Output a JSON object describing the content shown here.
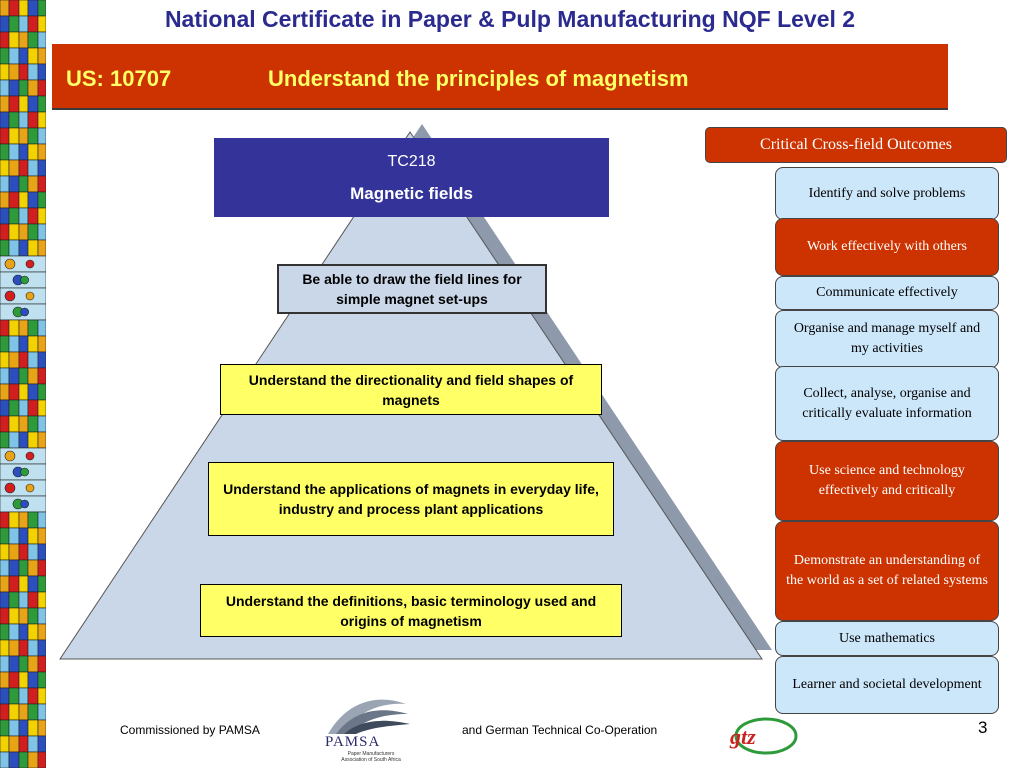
{
  "slide": {
    "title": "National Certificate in Paper & Pulp Manufacturing NQF Level 2",
    "unit_code": "US: 10707",
    "unit_title": "Understand the principles of magnetism",
    "page_number": "3"
  },
  "pyramid": {
    "top_code": "TC218",
    "top_title": "Magnetic fields",
    "levels": [
      "Be able to draw the field lines for simple magnet set-ups",
      "Understand the directionality and field shapes of magnets",
      "Understand the applications of magnets in everyday life, industry and process plant applications",
      "Understand the definitions, basic terminology used and origins of magnetism"
    ]
  },
  "ccfo": {
    "header": "Critical Cross-field Outcomes",
    "items": [
      "Identify and solve problems",
      "Work effectively with others",
      "Communicate effectively",
      "Organise and manage myself and my activities",
      "Collect, analyse, organise and critically evaluate information",
      "Use science and technology effectively and critically",
      "Demonstrate an understanding of the world as a set of related systems",
      "Use mathematics",
      "Learner and societal development"
    ]
  },
  "footer": {
    "commissioned": "Commissioned by PAMSA",
    "cooperation": "and German Technical Co-Operation",
    "pamsa_logo_text": "PAMSA",
    "pamsa_logo_sub": "Paper Manufacturers Association of South Africa",
    "gtz_logo_text": "gtz"
  },
  "colors": {
    "title_blue": "#2b2b8f",
    "banner_red": "#cc3300",
    "banner_text_yellow": "#ffff66",
    "box_yellow": "#ffff66",
    "top_box_blue": "#333399",
    "outcome_light_blue": "#cce6fa",
    "pyramid_fill": "#c9d7e8"
  }
}
